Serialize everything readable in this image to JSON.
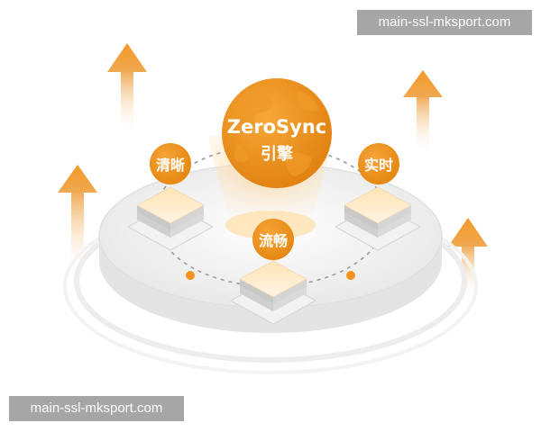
{
  "engine": {
    "title": "ZeroSync",
    "subtitle": "引擎"
  },
  "features": {
    "clear": "清晰",
    "realtime": "实时",
    "smooth": "流畅"
  },
  "watermarks": {
    "top": "main-ssl-mksport.com",
    "bottom": "main-ssl-mksport.com"
  },
  "colors": {
    "accent": "#F0941E",
    "accent_dark": "#E07F10",
    "platform": "#EEEEEE",
    "watermark_bg": "#969696"
  },
  "icons": {
    "arrows": "arrow-up-icon",
    "globe": "globe-icon",
    "server": "server-stack-icon"
  }
}
